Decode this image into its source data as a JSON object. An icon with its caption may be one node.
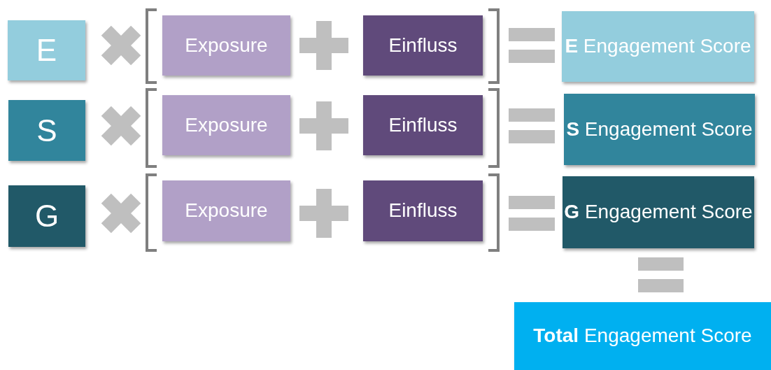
{
  "diagram": {
    "nodes": [
      {
        "text": [
          "E"
        ]
      },
      {
        "text": [
          "Exposure"
        ]
      },
      {
        "text": [
          "Einfluss"
        ]
      },
      {
        "text": [
          "**E** Engagement Score"
        ]
      },
      {
        "text": [
          "S"
        ]
      },
      {
        "text": [
          "Exposure"
        ]
      },
      {
        "text": [
          "Einfluss"
        ]
      },
      {
        "text": [
          "**S** Engagement Score"
        ]
      },
      {
        "text": [
          "G"
        ]
      },
      {
        "text": [
          "Exposure"
        ]
      },
      {
        "text": [
          "Einfluss"
        ]
      },
      {
        "text": [
          "**G** Engagement Score"
        ]
      },
      {
        "text": [
          "**Total** Engagement Score"
        ]
      }
    ]
  }
}
